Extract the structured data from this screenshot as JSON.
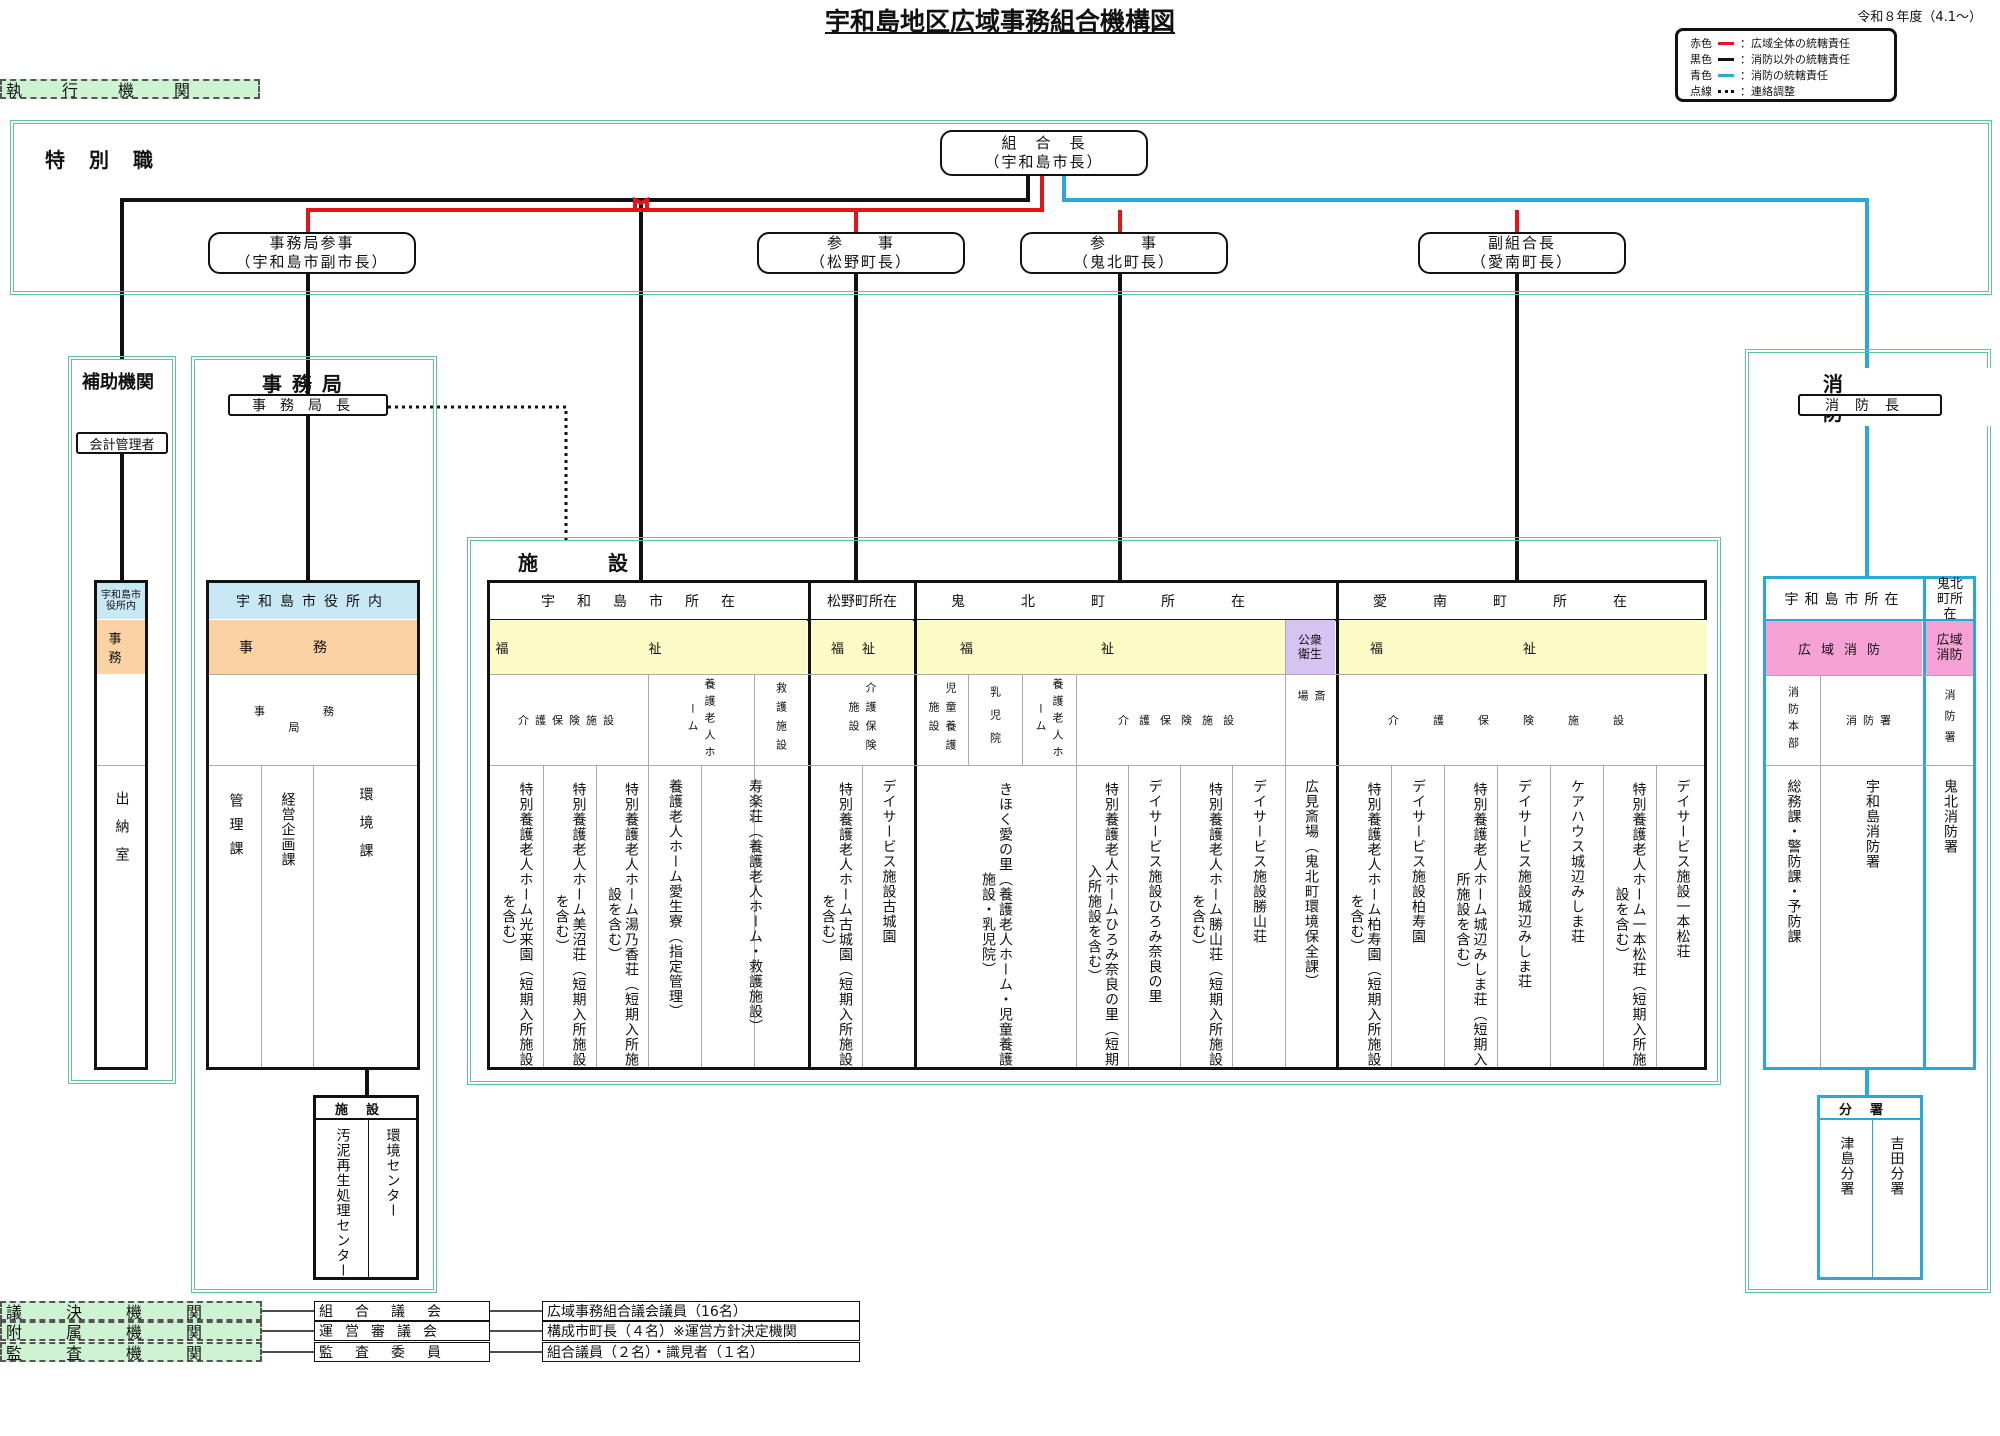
{
  "title": "宇和島地区広域事務組合機構図",
  "fiscal_year": "令和８年度（4.1～）",
  "legend": [
    {
      "label": "赤色",
      "desc": "：広域全体の統轄責任",
      "color": "#e8121b"
    },
    {
      "label": "黒色",
      "desc": "：消防以外の統轄責任",
      "color": "#111111"
    },
    {
      "label": "青色",
      "desc": "：消防の統轄責任",
      "color": "#2aa8d8"
    },
    {
      "label": "点線",
      "desc": "：連絡調整",
      "color": "#111111"
    }
  ],
  "exec_organ": "執行機関",
  "special": {
    "label": "特　別　職",
    "chief": {
      "l1": "組　合　長",
      "l2": "（宇和島市長）"
    },
    "secretariat_councilor": {
      "l1": "事務局参事",
      "l2": "（宇和島市副市長）"
    },
    "councilor_matsuno": {
      "l1": "参　　事",
      "l2": "（松野町長）"
    },
    "councilor_kihoku": {
      "l1": "参　　事",
      "l2": "（鬼北町長）"
    },
    "vice_chief": {
      "l1": "副組合長",
      "l2": "（愛南町長）"
    }
  },
  "aux": {
    "label": "補助機関",
    "accountant": "会計管理者",
    "loc": "宇和島市役所内",
    "duty": "事務",
    "unit": "出納室"
  },
  "secretariat": {
    "label": "事務局",
    "head": "事務局長",
    "loc": "宇和島市役所内",
    "duty": "事務",
    "bureau": "事務局",
    "divs": [
      "管理課",
      "経営企画課",
      "環境課"
    ],
    "fac_label": "施設",
    "facilities": [
      "汚泥再生処理センター",
      "環境センター"
    ]
  },
  "facilities": {
    "label": "施　　設",
    "uwajima": {
      "loc": "宇和島市所在",
      "field": "福祉",
      "cats": [
        "介護保険施設",
        "養護老人ホーム",
        "救護施設"
      ],
      "units": [
        "特別養護老人ホーム光来園（短期入所施設を含む）",
        "特別養護老人ホーム美沼荘（短期入所施設を含む）",
        "特別養護老人ホーム湯乃香荘（短期入所施設を含む）",
        "養護老人ホーム愛生寮（指定管理）",
        "寿楽荘（養護老人ホーム・救護施設）"
      ]
    },
    "matsuno": {
      "loc": "松野町所在",
      "field": "福祉",
      "cats": [
        "介護保険施設"
      ],
      "units": [
        "特別養護老人ホーム古城園（短期入所施設を含む）",
        "デイサービス施設古城園"
      ]
    },
    "kihoku": {
      "loc": "鬼北町所在",
      "field": "福祉",
      "field2": "公衆衛生",
      "cats": [
        "児童養護施設",
        "乳児院",
        "養護老人ホーム",
        "介護保険施設",
        "斎場"
      ],
      "units": [
        "きほく愛の里（養護老人ホーム・児童養護施設・乳児院）",
        "特別養護老人ホームひろみ奈良の里（短期入所施設を含む）",
        "デイサービス施設ひろみ奈良の里",
        "特別養護老人ホーム勝山荘（短期入所施設を含む）",
        "デイサービス施設勝山荘",
        "広見斎場（鬼北町環境保全課）"
      ]
    },
    "ainan": {
      "loc": "愛南町所在",
      "field": "福祉",
      "cats": [
        "介護保険施設"
      ],
      "units": [
        "特別養護老人ホーム柏寿園（短期入所施設を含む）",
        "デイサービス施設柏寿園",
        "特別養護老人ホーム城辺みしま荘（短期入所施設を含む）",
        "デイサービス施設城辺みしま荘",
        "ケアハウス城辺みしま荘",
        "特別養護老人ホーム一本松荘（短期入所施設を含む）",
        "デイサービス施設一本松荘"
      ]
    }
  },
  "fire": {
    "label": "消　　防",
    "head": "消防長",
    "loc1": "宇和島市所在",
    "loc2": "鬼北町所在",
    "field": "広域消防",
    "cats": [
      "消防本部",
      "消防署",
      "消防署"
    ],
    "units": [
      "総務課・警防課・予防課",
      "宇和島消防署",
      "鬼北消防署"
    ],
    "branch_label": "分署",
    "branches": [
      "津島分署",
      "吉田分署"
    ]
  },
  "bottom": [
    {
      "tag": "議決機関",
      "name": "組合議会",
      "desc": "広域事務組合議会議員（16名）"
    },
    {
      "tag": "附属機関",
      "name": "運営審議会",
      "desc": "構成市町長（４名）※運営方針決定機関"
    },
    {
      "tag": "監査機関",
      "name": "監査委員",
      "desc": "組合議員（２名）・識見者（１名）"
    }
  ]
}
